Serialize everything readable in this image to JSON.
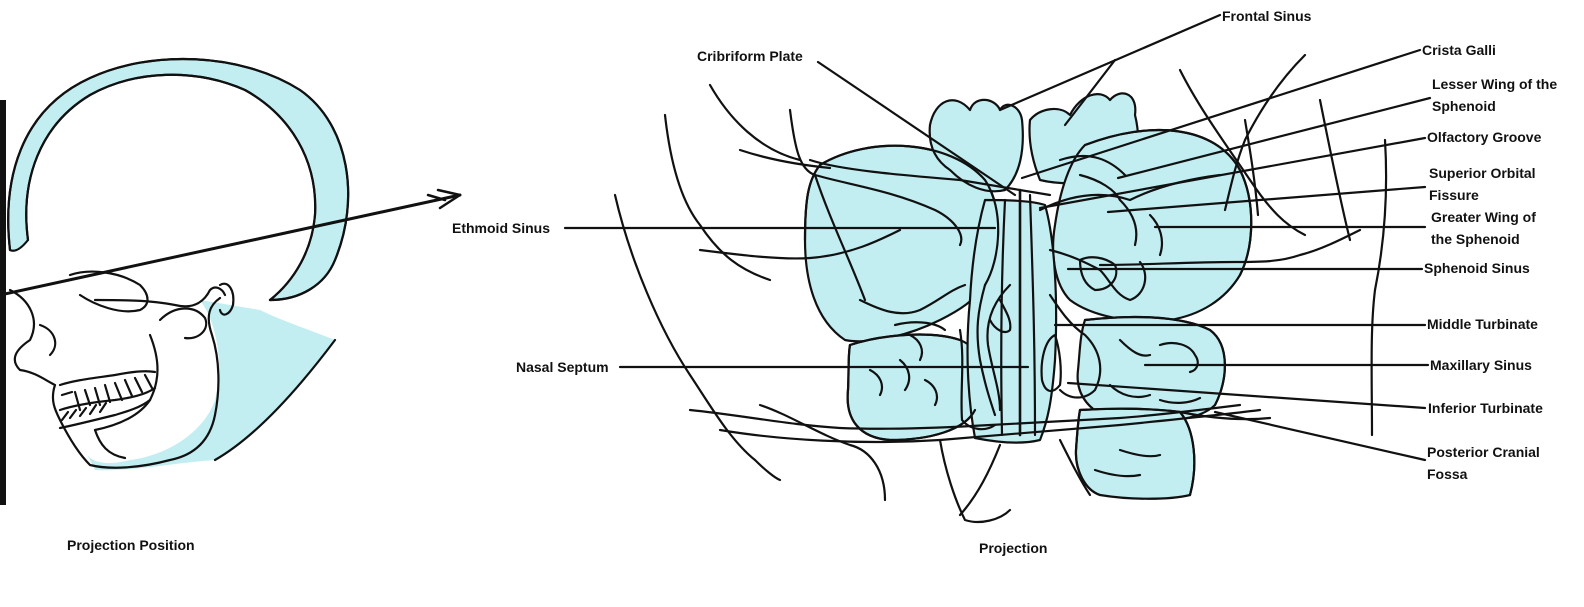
{
  "colors": {
    "fill": "#c2eef2",
    "stroke": "#111111"
  },
  "captions": {
    "left": "Projection Position",
    "right": "Projection"
  },
  "labels": {
    "frontal_sinus": "Frontal Sinus",
    "crista_galli": "Crista Galli",
    "lesser_wing_line1": "Lesser Wing of the",
    "lesser_wing_line2": "Sphenoid",
    "olfactory_groove": "Olfactory Groove",
    "superior_orbital_line1": "Superior Orbital",
    "superior_orbital_line2": "Fissure",
    "greater_wing_line1": "Greater Wing of",
    "greater_wing_line2": "the Sphenoid",
    "sphenoid_sinus": "Sphenoid Sinus",
    "middle_turbinate": "Middle Turbinate",
    "maxillary_sinus": "Maxillary Sinus",
    "inferior_turbinate": "Inferior Turbinate",
    "posterior_fossa_line1": "Posterior Cranial",
    "posterior_fossa_line2": "Fossa",
    "cribriform_plate": "Cribriform Plate",
    "ethmoid_sinus": "Ethmoid Sinus",
    "nasal_septum": "Nasal Septum"
  }
}
